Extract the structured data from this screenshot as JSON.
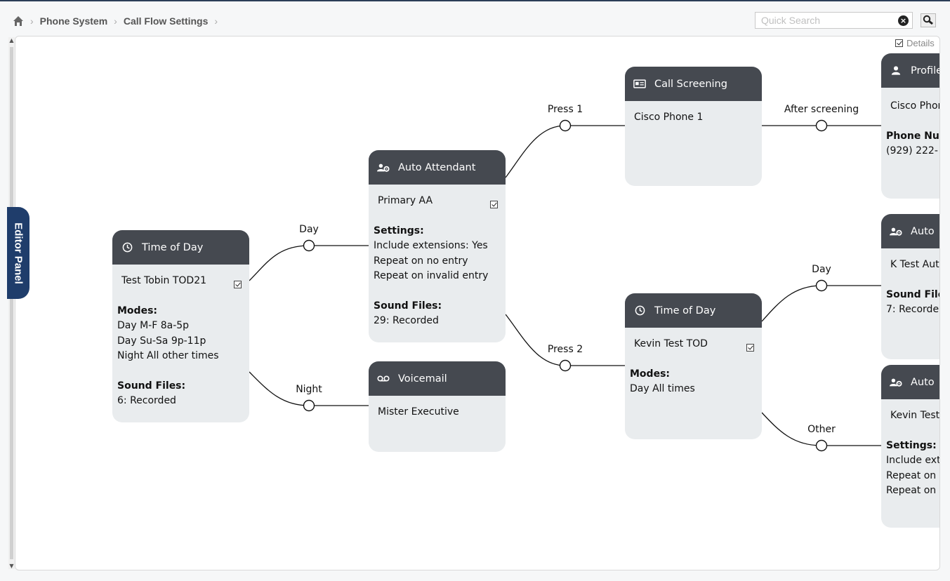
{
  "breadcrumb": {
    "items": [
      "Phone System",
      "Call Flow Settings"
    ]
  },
  "search": {
    "placeholder": "Quick Search"
  },
  "editor_panel": {
    "label": "Editor Panel"
  },
  "details": {
    "label": "Details"
  },
  "edges": {
    "day1": "Day",
    "night": "Night",
    "press1": "Press 1",
    "press2": "Press 2",
    "after_screening": "After screening",
    "day2": "Day",
    "other": "Other"
  },
  "nodes": {
    "tod1": {
      "title": "Time of Day",
      "name": "Test Tobin TOD21",
      "modes_label": "Modes:",
      "modes": [
        "Day M-F 8a-5p",
        "Day Su-Sa 9p-11p",
        "Night All other times"
      ],
      "sound_label": "Sound Files:",
      "sound": "6: Recorded"
    },
    "aa1": {
      "title": "Auto Attendant",
      "name": "Primary AA",
      "settings_label": "Settings:",
      "settings": [
        "Include extensions: Yes",
        "Repeat on no entry",
        "Repeat on invalid entry"
      ],
      "sound_label": "Sound Files:",
      "sound": "29: Recorded"
    },
    "vm": {
      "title": "Voicemail",
      "name": "Mister Executive"
    },
    "cs": {
      "title": "Call Screening",
      "name": "Cisco Phone 1"
    },
    "tod2": {
      "title": "Time of Day",
      "name": "Kevin Test TOD",
      "modes_label": "Modes:",
      "modes": [
        "Day All times"
      ]
    },
    "profile": {
      "title": "Profile",
      "name": "Cisco Phon",
      "phone_label": "Phone Nu",
      "phone": "(929) 222-"
    },
    "aa2": {
      "title": "Auto",
      "name": "K Test Aut",
      "sound_label": "Sound File",
      "sound": "7: Recorde"
    },
    "aa3": {
      "title": "Auto",
      "name": "Kevin Test",
      "settings_label": "Settings:",
      "settings": [
        "Include ext",
        "Repeat on",
        "Repeat on"
      ]
    }
  }
}
